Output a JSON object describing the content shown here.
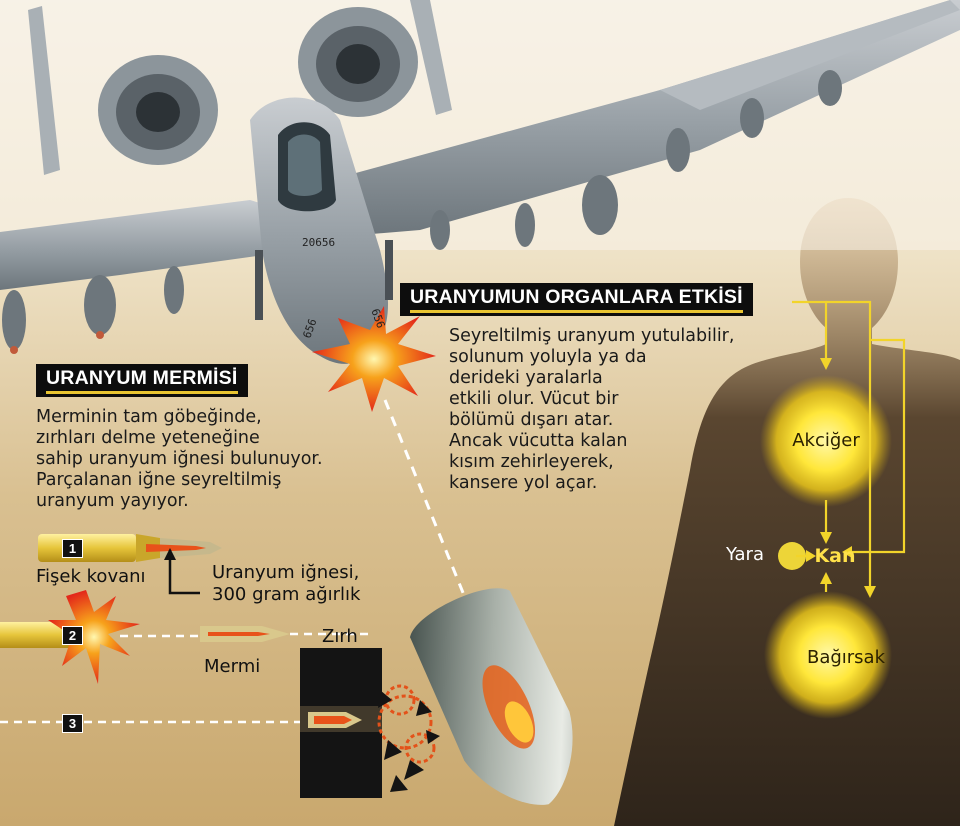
{
  "mermi_section": {
    "title": "URANYUM MERMİSİ",
    "lines": [
      "Merminin tam göbeğinde,",
      "zırhları delme yeteneğine",
      "sahip uranyum iğnesi bulunuyor.",
      "Parçalanan iğne seyreltilmiş",
      "uranyum yayıyor."
    ]
  },
  "organ_section": {
    "title": "URANYUMUN ORGANLARA ETKİSİ",
    "lines": [
      "Seyreltilmiş uranyum yutulabilir,",
      "solunum yoluyla ya da",
      "derideki yaralarla",
      "etkili olur. Vücut bir",
      "bölümü dışarı atar.",
      "Ancak vücutta kalan",
      "kısım zehirleyerek,",
      "kansere yol açar."
    ]
  },
  "steps": {
    "s1": "1",
    "s2": "2",
    "s3": "3"
  },
  "labels": {
    "fisek": "Fişek kovanı",
    "igne_line1": "Uranyum iğnesi,",
    "igne_line2": "300 gram ağırlık",
    "mermi": "Mermi",
    "zirh": "Zırh"
  },
  "plane": {
    "tail_number": "20656",
    "nose_number_left": "656",
    "nose_number_right": "656"
  },
  "organs": {
    "akciger": "Akciğer",
    "kan": "Kan",
    "yara": "Yara",
    "bagirsak": "Bağırsak"
  },
  "colors": {
    "accent_yellow": "#f2d42a",
    "title_black": "#0d0d0d",
    "explosion_red": "#e3281a",
    "explosion_orange": "#f7a21b",
    "silhouette": "#3a2e20",
    "background_sand": "#d9c091"
  }
}
